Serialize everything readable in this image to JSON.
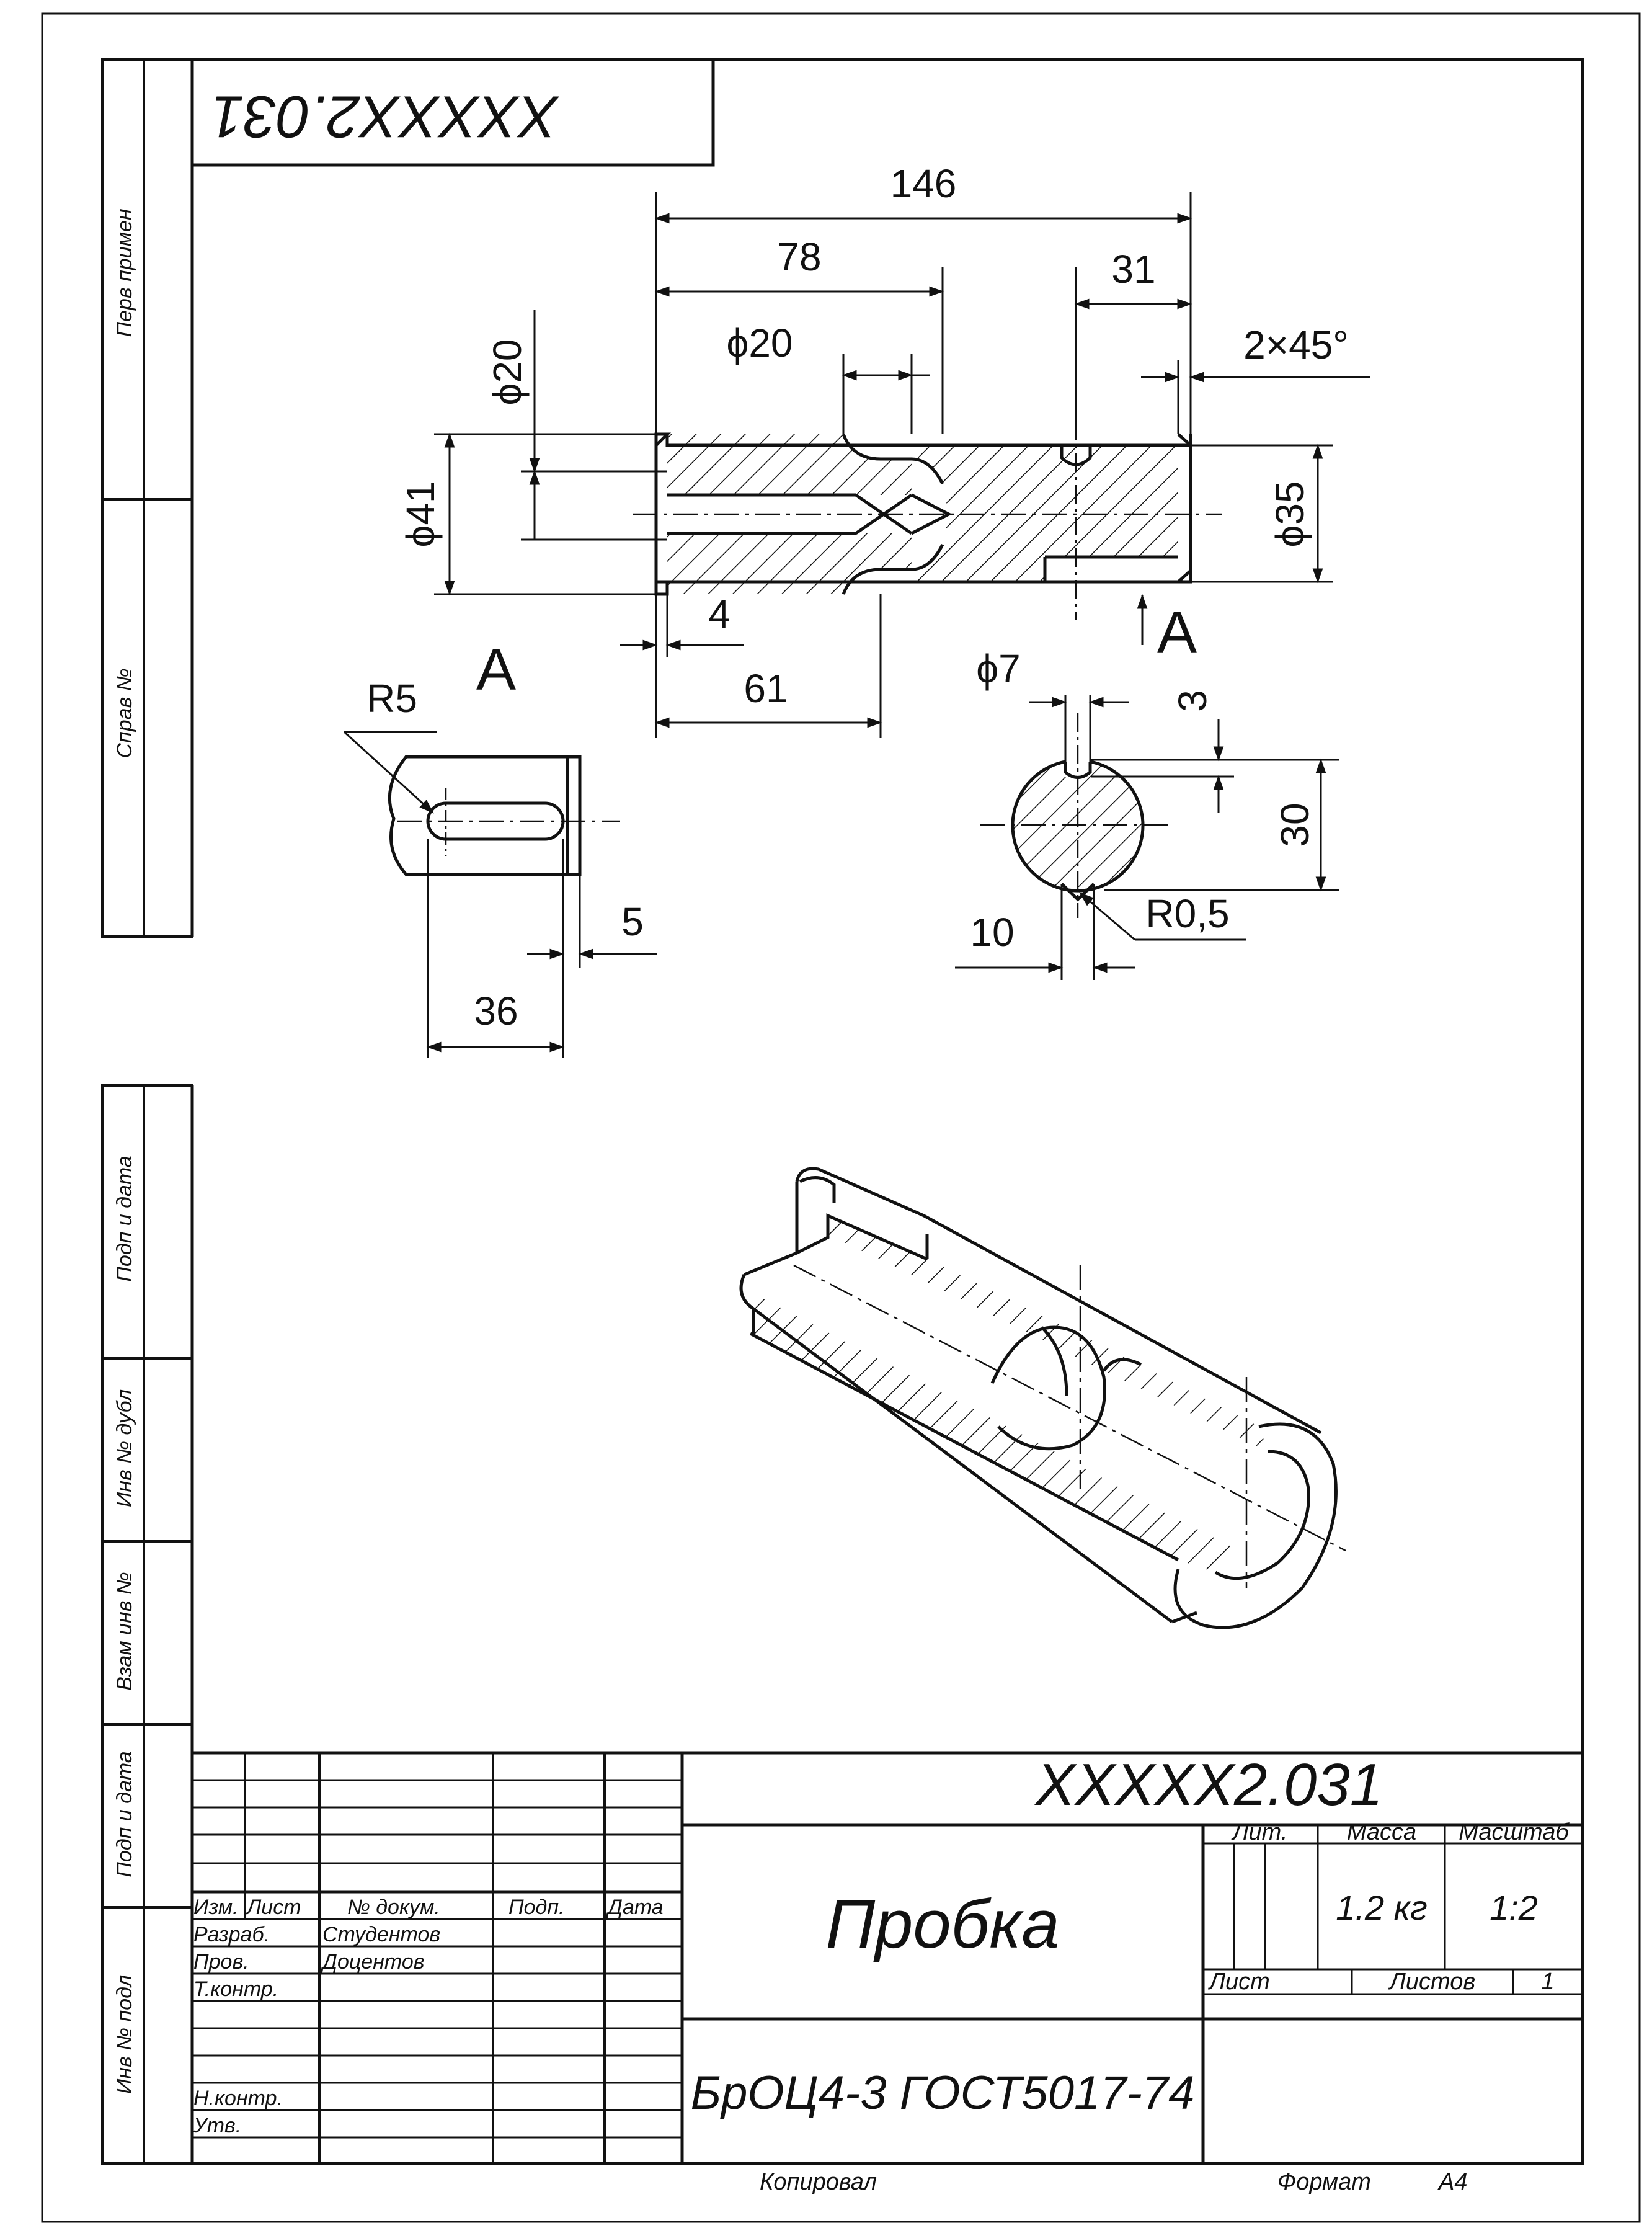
{
  "stamp_code_rotated": "XXXXX2.031",
  "side_labels": {
    "perv_primen": "Перв примен",
    "sprav_no": "Справ №",
    "podp_data_1": "Подп и дата",
    "inv_dubl": "Инв № дубл",
    "vzam_inv": "Взам инв №",
    "podp_data_2": "Подп и дата",
    "inv_podl": "Инв № подл"
  },
  "dimensions": {
    "d146": "146",
    "d78": "78",
    "d31": "31",
    "phi20_top": "ϕ20",
    "chamfer": "2×45°",
    "phi20_left": "ϕ20",
    "phi41": "ϕ41",
    "phi35": "ϕ35",
    "d4": "4",
    "d61": "61",
    "phi7": "ϕ7",
    "d3": "3",
    "d30": "30",
    "r05": "R0,5",
    "d10": "10",
    "r5": "R5",
    "d5": "5",
    "d36": "36"
  },
  "view_labels": {
    "section_a": "A",
    "cut_a": "A"
  },
  "title_block": {
    "designation": "XXXXX2.031",
    "name": "Пробка",
    "material": "БрОЦ4-3 ГОСТ5017-74",
    "headers": {
      "lit": "Лит.",
      "massa": "Масса",
      "masshtab": "Масштаб"
    },
    "mass_value": "1.2 кг",
    "scale_value": "1:2",
    "list_label": "Лист",
    "listov_label": "Листов",
    "listov_value": "1",
    "column_headers": [
      "Изм.",
      "Лист",
      "№ докум.",
      "Подп.",
      "Дата"
    ],
    "rows": [
      {
        "role": "Разраб.",
        "person": "Студентов"
      },
      {
        "role": "Пров.",
        "person": "Доцентов"
      },
      {
        "role": "Т.контр.",
        "person": ""
      },
      {
        "role": "Н.контр.",
        "person": ""
      },
      {
        "role": "Утв.",
        "person": ""
      }
    ]
  },
  "footer": {
    "kopiroval": "Копировал",
    "format_label": "Формат",
    "format_value": "А4"
  }
}
